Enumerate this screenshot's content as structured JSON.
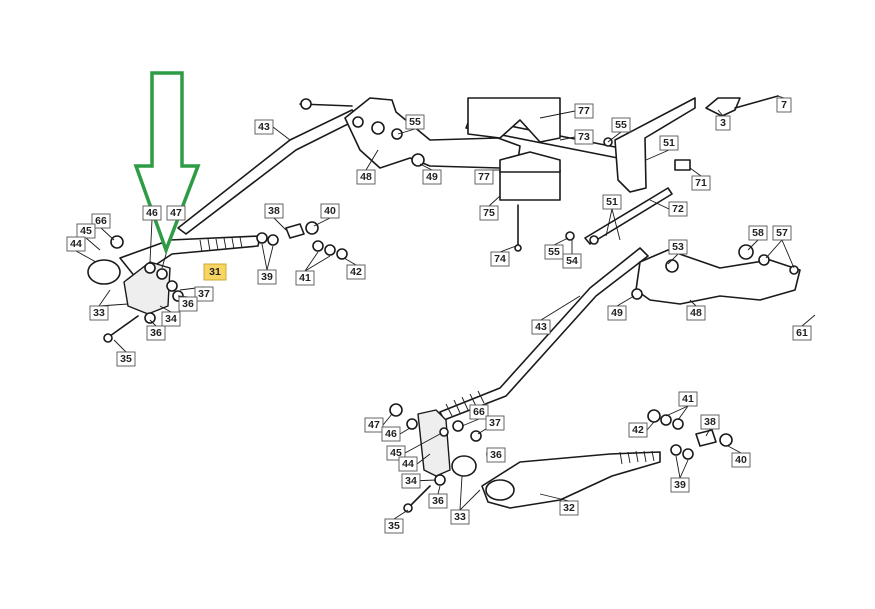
{
  "diagram": {
    "highlight_color": "#f7d563",
    "arrow_color": "#2e9b45",
    "callouts": [
      {
        "id": "c43a",
        "text": "43"
      },
      {
        "id": "c55a",
        "text": "55"
      },
      {
        "id": "c77a",
        "text": "77"
      },
      {
        "id": "c73",
        "text": "73"
      },
      {
        "id": "c55b",
        "text": "55"
      },
      {
        "id": "c7",
        "text": "7"
      },
      {
        "id": "c3",
        "text": "3"
      },
      {
        "id": "c51a",
        "text": "51"
      },
      {
        "id": "c48a",
        "text": "48"
      },
      {
        "id": "c49a",
        "text": "49"
      },
      {
        "id": "c77b",
        "text": "77"
      },
      {
        "id": "c71",
        "text": "71"
      },
      {
        "id": "c75",
        "text": "75"
      },
      {
        "id": "c72",
        "text": "72"
      },
      {
        "id": "c51b",
        "text": "51"
      },
      {
        "id": "c74",
        "text": "74"
      },
      {
        "id": "c55c",
        "text": "55"
      },
      {
        "id": "c54",
        "text": "54"
      },
      {
        "id": "c53",
        "text": "53"
      },
      {
        "id": "c58",
        "text": "58"
      },
      {
        "id": "c57",
        "text": "57"
      },
      {
        "id": "c49b",
        "text": "49"
      },
      {
        "id": "c48b",
        "text": "48"
      },
      {
        "id": "c61",
        "text": "61"
      },
      {
        "id": "c66a",
        "text": "66"
      },
      {
        "id": "c45a",
        "text": "45"
      },
      {
        "id": "c44a",
        "text": "44"
      },
      {
        "id": "c46a",
        "text": "46"
      },
      {
        "id": "c47a",
        "text": "47"
      },
      {
        "id": "c38a",
        "text": "38"
      },
      {
        "id": "c40a",
        "text": "40"
      },
      {
        "id": "c31",
        "text": "31"
      },
      {
        "id": "c37a",
        "text": "37"
      },
      {
        "id": "c36a",
        "text": "36"
      },
      {
        "id": "c33a",
        "text": "33"
      },
      {
        "id": "c34a",
        "text": "34"
      },
      {
        "id": "c36b",
        "text": "36"
      },
      {
        "id": "c35a",
        "text": "35"
      },
      {
        "id": "c39a",
        "text": "39"
      },
      {
        "id": "c41a",
        "text": "41"
      },
      {
        "id": "c42a",
        "text": "42"
      },
      {
        "id": "c43b",
        "text": "43"
      },
      {
        "id": "c47b",
        "text": "47"
      },
      {
        "id": "c46b",
        "text": "46"
      },
      {
        "id": "c66b",
        "text": "66"
      },
      {
        "id": "c37b",
        "text": "37"
      },
      {
        "id": "c45b",
        "text": "45"
      },
      {
        "id": "c44b",
        "text": "44"
      },
      {
        "id": "c36c",
        "text": "36"
      },
      {
        "id": "c34b",
        "text": "34"
      },
      {
        "id": "c36d",
        "text": "36"
      },
      {
        "id": "c33b",
        "text": "33"
      },
      {
        "id": "c35b",
        "text": "35"
      },
      {
        "id": "c32",
        "text": "32"
      },
      {
        "id": "c41b",
        "text": "41"
      },
      {
        "id": "c42b",
        "text": "42"
      },
      {
        "id": "c38b",
        "text": "38"
      },
      {
        "id": "c40b",
        "text": "40"
      },
      {
        "id": "c39b",
        "text": "39"
      }
    ]
  }
}
